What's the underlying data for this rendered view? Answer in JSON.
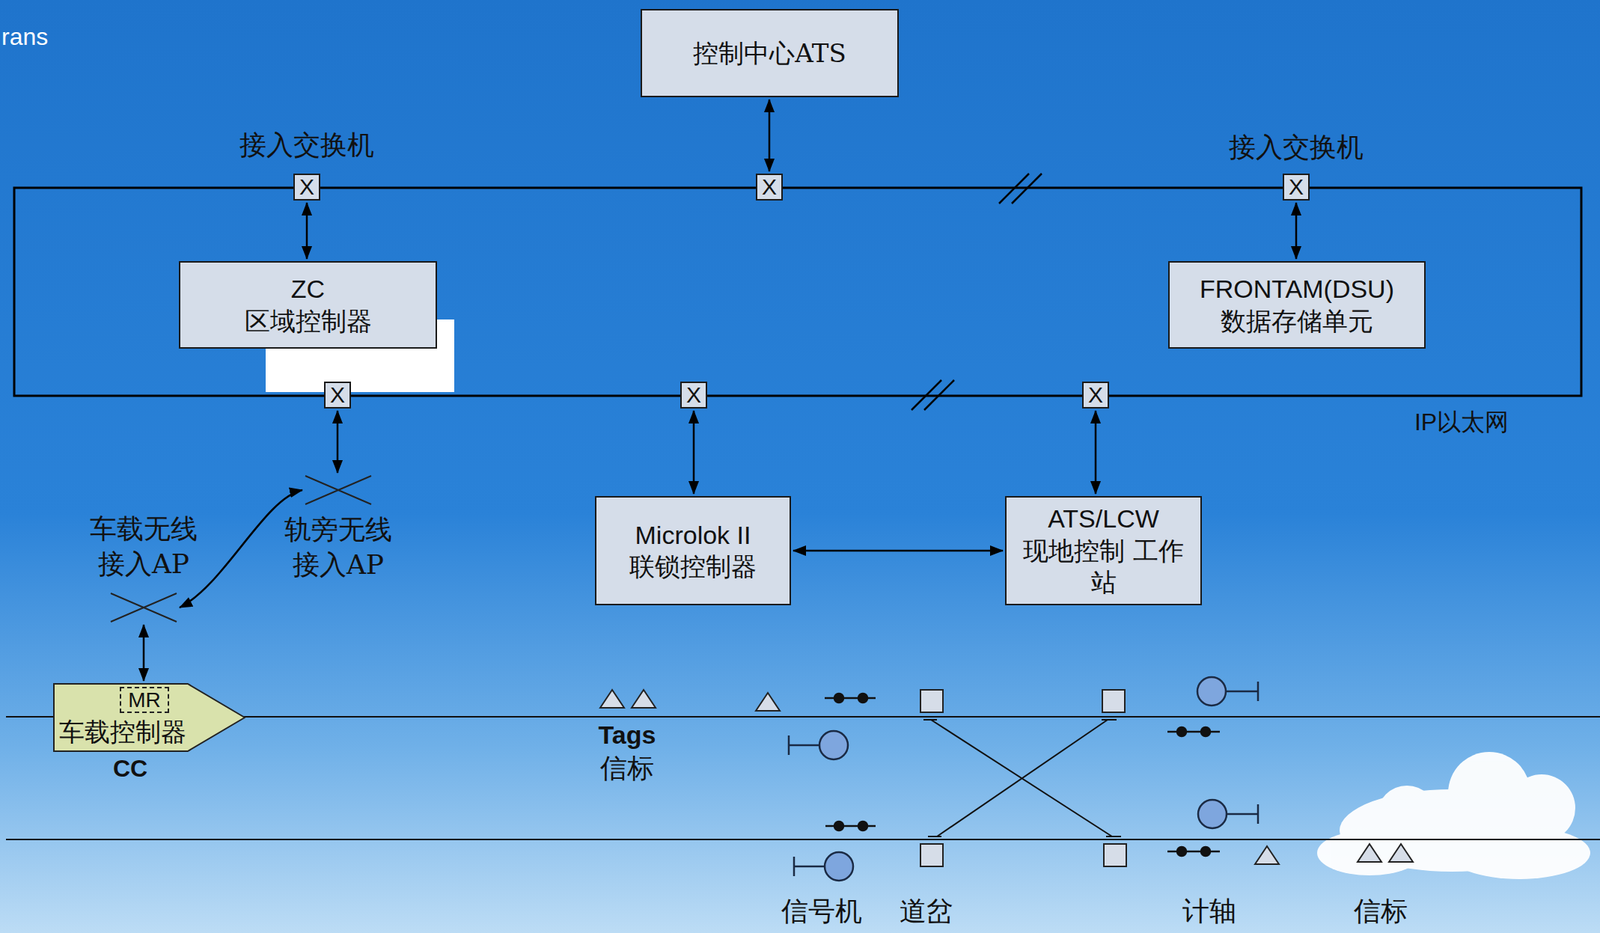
{
  "diagram": {
    "nodes": [
      {
        "text": [
          "控制中心ATS"
        ]
      },
      {
        "text": [
          "X"
        ]
      },
      {
        "text": [
          "X"
        ]
      },
      {
        "text": [
          "X"
        ]
      },
      {
        "text": [
          "ZC",
          "区域控制器"
        ]
      },
      {
        "text": [
          "FRONTAM(DSU)",
          "数据存储单元"
        ]
      },
      {
        "text": [
          "X"
        ]
      },
      {
        "text": [
          "X"
        ]
      },
      {
        "text": [
          "X"
        ]
      },
      {
        "text": [
          "轨旁无线 接入AP"
        ]
      },
      {
        "text": [
          "Microlok II",
          "联锁控制器"
        ]
      },
      {
        "text": [
          "ATS/LCW",
          "现地控制 工作站"
        ]
      },
      {
        "text": [
          "车载无线 接入AP"
        ]
      },
      {
        "text": [
          "车载控制器",
          "CC"
        ]
      },
      {
        "text": [
          "MR"
        ],
        "in": 13
      }
    ],
    "edges": [
      {
        "from": 0,
        "to": 2,
        "arrow": "both"
      },
      {
        "from": 1,
        "to": 4,
        "arrow": "both"
      },
      {
        "from": 3,
        "to": 5,
        "arrow": "both"
      },
      {
        "from": 6,
        "to": 9,
        "arrow": "both"
      },
      {
        "from": 7,
        "to": 10,
        "arrow": "both"
      },
      {
        "from": 8,
        "to": 11,
        "arrow": "both"
      },
      {
        "from": 10,
        "to": 11,
        "arrow": "both"
      },
      {
        "from": 9,
        "to": 12,
        "arrow": "both"
      },
      {
        "from": 12,
        "to": 13,
        "arrow": "both"
      }
    ],
    "labels": [
      "rans",
      "接入交换机",
      "接入交换机",
      "IP以太网",
      "Tags",
      "信标",
      "信号机",
      "道岔",
      "计轴",
      "信标"
    ]
  }
}
